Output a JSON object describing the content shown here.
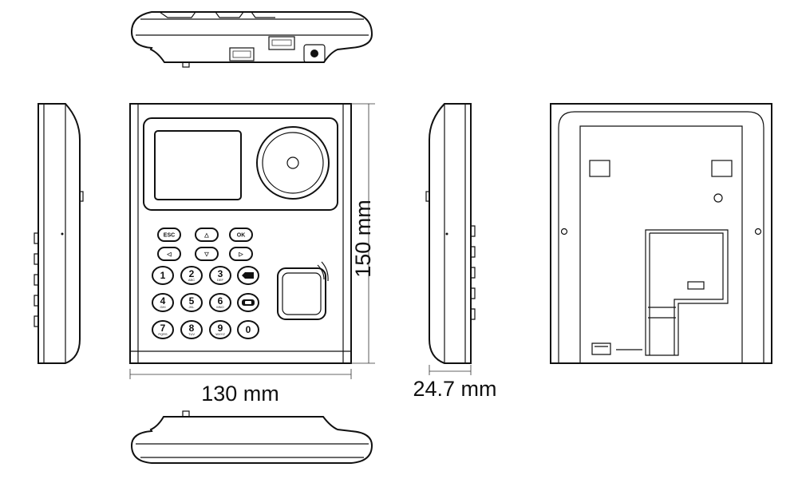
{
  "dimensions": {
    "width": "130 mm",
    "height": "150 mm",
    "depth": "24.7 mm"
  },
  "keypad": {
    "nav_keys": [
      {
        "id": "esc",
        "label": "ESC"
      },
      {
        "id": "up",
        "label": "△"
      },
      {
        "id": "ok",
        "label": "OK"
      },
      {
        "id": "left",
        "label": "◁"
      },
      {
        "id": "down",
        "label": "▽"
      },
      {
        "id": "right",
        "label": "▷"
      }
    ],
    "digit_keys": [
      {
        "num": "1",
        "sub": ""
      },
      {
        "num": "2",
        "sub": "ABC"
      },
      {
        "num": "3",
        "sub": "DEF"
      },
      {
        "num": "4",
        "sub": "GHI"
      },
      {
        "num": "5",
        "sub": "JKL"
      },
      {
        "num": "6",
        "sub": "MNO"
      },
      {
        "num": "7",
        "sub": "PQRS"
      },
      {
        "num": "8",
        "sub": "TUV"
      },
      {
        "num": "9",
        "sub": "WXYZ"
      },
      {
        "num": "0",
        "sub": ""
      }
    ],
    "function_keys": [
      {
        "id": "backspace",
        "icon": "backspace-icon"
      },
      {
        "id": "card",
        "icon": "card-icon"
      }
    ]
  },
  "colors": {
    "line": "#111111",
    "background": "#ffffff"
  }
}
